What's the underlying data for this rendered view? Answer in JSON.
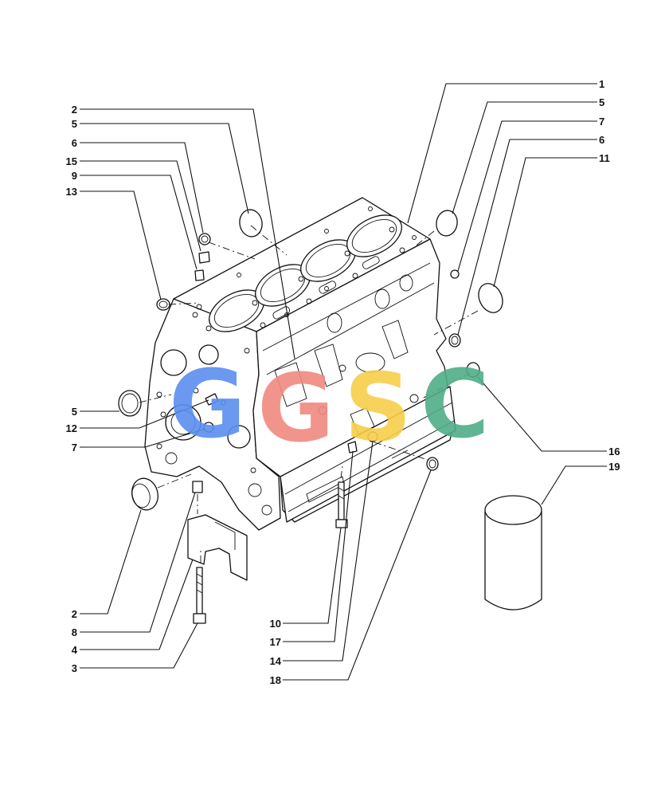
{
  "diagram": {
    "type": "exploded parts diagram",
    "callouts": [
      {
        "id": "c1",
        "label": "1"
      },
      {
        "id": "c5a",
        "label": "5"
      },
      {
        "id": "c7a",
        "label": "7"
      },
      {
        "id": "c6a",
        "label": "6"
      },
      {
        "id": "c11",
        "label": "11"
      },
      {
        "id": "c2a",
        "label": "2"
      },
      {
        "id": "c5b",
        "label": "5"
      },
      {
        "id": "c6b",
        "label": "6"
      },
      {
        "id": "c15",
        "label": "15"
      },
      {
        "id": "c9",
        "label": "9"
      },
      {
        "id": "c13",
        "label": "13"
      },
      {
        "id": "c5c",
        "label": "5"
      },
      {
        "id": "c12",
        "label": "12"
      },
      {
        "id": "c7b",
        "label": "7"
      },
      {
        "id": "c16",
        "label": "16"
      },
      {
        "id": "c19",
        "label": "19"
      },
      {
        "id": "c2b",
        "label": "2"
      },
      {
        "id": "c8",
        "label": "8"
      },
      {
        "id": "c4",
        "label": "4"
      },
      {
        "id": "c3",
        "label": "3"
      },
      {
        "id": "c10",
        "label": "10"
      },
      {
        "id": "c17",
        "label": "17"
      },
      {
        "id": "c14",
        "label": "14"
      },
      {
        "id": "c18",
        "label": "18"
      }
    ]
  },
  "watermark": {
    "letters": [
      {
        "char": "G",
        "color": "#5b8ff0"
      },
      {
        "char": "G",
        "color": "#f08a80"
      },
      {
        "char": "S",
        "color": "#f7cf4a"
      },
      {
        "char": "C",
        "color": "#4fae87"
      }
    ]
  }
}
